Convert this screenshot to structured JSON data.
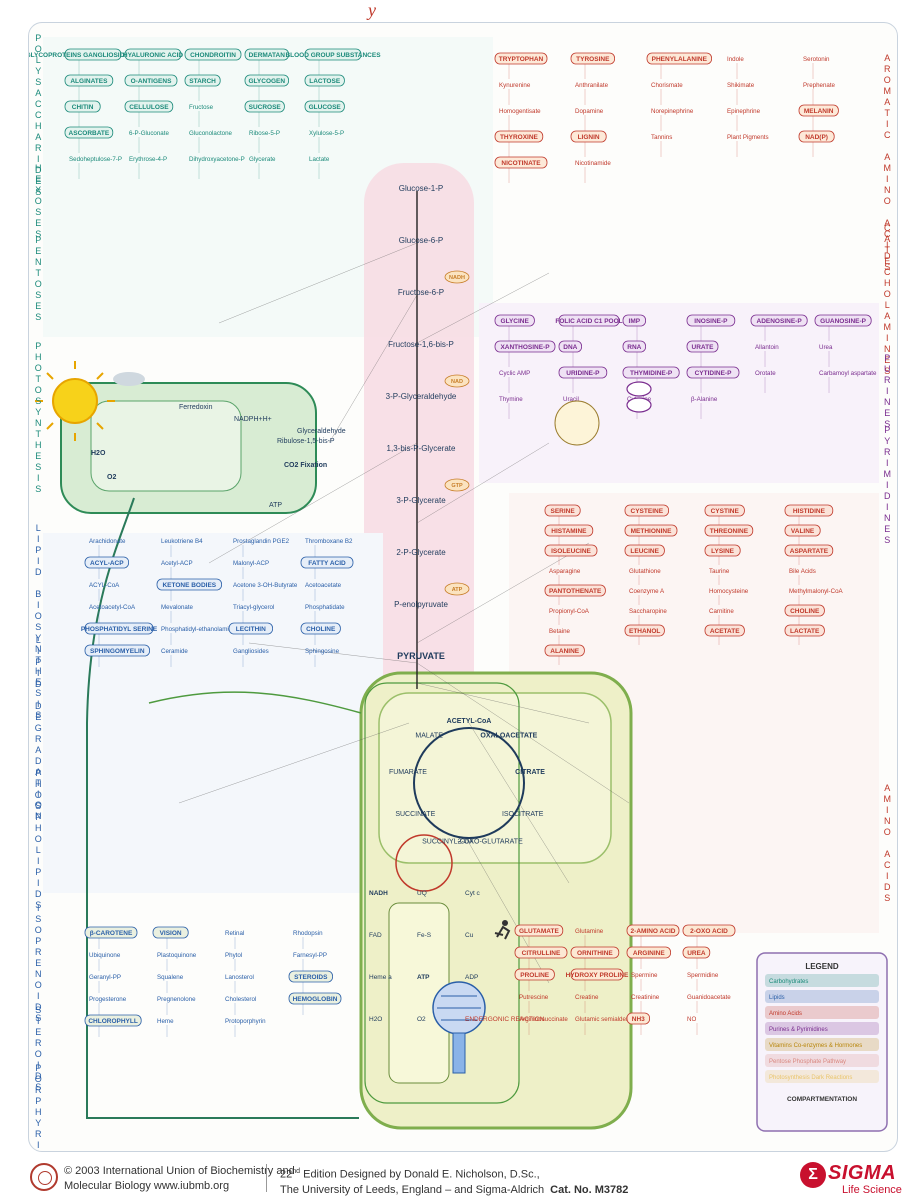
{
  "header": {
    "title_fragment": "y"
  },
  "section_labels": {
    "left": [
      {
        "text": "POLYSACCHARIDES",
        "color": "#1b8a7a"
      },
      {
        "text": "HEXOSES",
        "color": "#1b8a7a"
      },
      {
        "text": "PENTOSES",
        "color": "#1b8a7a"
      },
      {
        "text": "PHOTOSYNTHESIS",
        "color": "#1b8a7a"
      },
      {
        "text": "LIPID BIOSYNTHESIS",
        "color": "#2a5fa8"
      },
      {
        "text": "LIPID DEGRADATION",
        "color": "#2a5fa8"
      },
      {
        "text": "PHOSPHOLIPIDS",
        "color": "#2a5fa8"
      },
      {
        "text": "ISOPRENOIDS",
        "color": "#2a5fa8"
      },
      {
        "text": "STEROIDS",
        "color": "#2a5fa8"
      },
      {
        "text": "PORPHYRINS",
        "color": "#2a5fa8"
      }
    ],
    "right": [
      {
        "text": "AROMATIC AMINO ACIDS",
        "color": "#c0392b"
      },
      {
        "text": "CATECHOLAMINES",
        "color": "#c0392b"
      },
      {
        "text": "PURINES",
        "color": "#7a2d8f"
      },
      {
        "text": "PYRIMIDINES",
        "color": "#7a2d8f"
      },
      {
        "text": "AMINO ACIDS",
        "color": "#c0392b"
      }
    ]
  },
  "pathway": {
    "glycolysis": [
      "Glucose-1-P",
      "Glucose-6-P",
      "Fructose-6-P",
      "Fructose-1,6-bis-P",
      "3-P-Glyceraldehyde",
      "1,3-bis-P-Glycerate",
      "3-P-Glycerate",
      "2-P-Glycerate",
      "P-enolpyruvate",
      "PYRUVATE"
    ],
    "tca": [
      "ACETYL-CoA",
      "OXALOACETATE",
      "CITRATE",
      "ISOCITRATE",
      "2-OXO-GLUTARATE",
      "SUCCINYL-CoA",
      "SUCCINATE",
      "FUMARATE",
      "MALATE"
    ],
    "cofactors": [
      "ATP",
      "ADP",
      "NADH",
      "NADPH",
      "NAD",
      "FAD",
      "GTP",
      "ADP",
      "ATP",
      "NADH"
    ],
    "photosynthesis": [
      "H2O",
      "O2",
      "CO2 Fixation",
      "Ribulose-1,5-bis-P",
      "NADPH+H+",
      "ATP",
      "Ferredoxin",
      "Glyceraldehyde"
    ],
    "left_boxes": [
      "GLYCOPROTEINS GANGLIOSIDES MUCINS",
      "HYALURONIC ACID",
      "CHONDROITIN",
      "DERMATAN",
      "BLOOD GROUP SUBSTANCES",
      "ALGINATES",
      "O-ANTIGENS",
      "STARCH",
      "GLYCOGEN",
      "LACTOSE",
      "CHITIN",
      "CELLULOSE",
      "Fructose",
      "SUCROSE",
      "GLUCOSE",
      "ASCORBATE",
      "6-P-Gluconate",
      "Gluconolactone",
      "Ribose-5-P",
      "Xylulose-5-P",
      "Sedoheptulose-7-P",
      "Erythrose-4-P",
      "Dihydroxyacetone-P",
      "Glycerate",
      "Lactate"
    ],
    "lipid_boxes": [
      "Arachidonate",
      "Leukotriene B4",
      "Prostaglandin PGE2",
      "Thromboxane B2",
      "ACYL-ACP",
      "Acetyl-ACP",
      "Malonyl-ACP",
      "FATTY ACID",
      "ACYL-CoA",
      "KETONE BODIES",
      "Acetone 3-OH-Butyrate",
      "Acetoacetate",
      "Acetoacetyl-CoA",
      "Mevalonate",
      "Triacyl-glycerol",
      "Phosphatidate",
      "PHOSPHATIDYL SERINE",
      "Phosphatidyl-ethanolamine",
      "LECITHIN",
      "CHOLINE",
      "SPHINGOMYELIN",
      "Ceramide",
      "Gangliosides",
      "Sphingosine"
    ],
    "isoprenoid_boxes": [
      "β-CAROTENE",
      "VISION",
      "Retinal",
      "Rhodopsin",
      "Ubiquinone",
      "Plastoquinone",
      "Phytol",
      "Farnesyl-PP",
      "Geranyl-PP",
      "Squalene",
      "Lanosterol",
      "STEROIDS",
      "Progesterone",
      "Pregnenolone",
      "Cholesterol",
      "HEMOGLOBIN",
      "CHLOROPHYLL",
      "Heme",
      "Protoporphyrin"
    ],
    "right_boxes": [
      "TRYPTOPHAN",
      "TYROSINE",
      "PHENYLALANINE",
      "Indole",
      "Serotonin",
      "Kynurenine",
      "Anthranilate",
      "Chorismate",
      "Shikimate",
      "Prephenate",
      "Homogentisate",
      "Dopamine",
      "Norepinephrine",
      "Epinephrine",
      "MELANIN",
      "THYROXINE",
      "LIGNIN",
      "Tannins",
      "Plant Pigments",
      "NAD(P)",
      "NICOTINATE",
      "Nicotinamide"
    ],
    "purine_boxes": [
      "GLYCINE",
      "FOLIC ACID C1 POOL",
      "IMP",
      "INOSINE-P",
      "ADENOSINE-P",
      "GUANOSINE-P",
      "XANTHOSINE-P",
      "DNA",
      "RNA",
      "URATE",
      "Allantoin",
      "Urea",
      "Cyclic AMP",
      "URIDINE-P",
      "THYMIDINE-P",
      "CYTIDINE-P",
      "Orotate",
      "Carbamoyl aspartate",
      "Thymine",
      "Uracil",
      "Cytosine",
      "β-Alanine"
    ],
    "amino_boxes": [
      "SERINE",
      "CYSTEINE",
      "CYSTINE",
      "HISTIDINE",
      "HISTAMINE",
      "METHIONINE",
      "THREONINE",
      "VALINE",
      "ISOLEUCINE",
      "LEUCINE",
      "LYSINE",
      "ASPARTATE",
      "Asparagine",
      "Glutathione",
      "Taurine",
      "Bile Acids",
      "PANTOTHENATE",
      "Coenzyme A",
      "Homocysteine",
      "Methylmalonyl-CoA",
      "Propionyl-CoA",
      "Saccharopine",
      "Carnitine",
      "CHOLINE",
      "Betaine",
      "ETHANOL",
      "ACETATE",
      "LACTATE",
      "ALANINE"
    ],
    "nitrogen_boxes": [
      "GLUTAMATE",
      "Glutamine",
      "2-AMINO ACID",
      "2-OXO ACID",
      "CITRULLINE",
      "ORNITHINE",
      "ARGININE",
      "UREA",
      "PROLINE",
      "HYDROXY PROLINE",
      "Spermine",
      "Spermidine",
      "Putrescine",
      "Creatine",
      "Creatinine",
      "Guanidoacetate",
      "Argininosuccinate",
      "Glutamic semialdehyde",
      "NH3",
      "NO"
    ],
    "mitochondria_labels": [
      "NADH",
      "UQ",
      "Cyt c",
      "FAD",
      "Fe-S",
      "Cu",
      "Heme a",
      "ATP",
      "ADP",
      "H2O",
      "O2",
      "ENDERGONIC REACTION"
    ]
  },
  "legend": {
    "title": "LEGEND",
    "entries": [
      "Carbohydrates",
      "Lipids",
      "Amino Acids",
      "Purines & Pyrimidines",
      "Vitamins Co-enzymes & Hormones",
      "Pentose Phosphate Pathway",
      "Photosynthesis Dark Reactions"
    ],
    "entry_colors": [
      "#1b8a7a",
      "#2a5fa8",
      "#c0392b",
      "#7a2d8f",
      "#b8860b",
      "#d98880",
      "#e9c46a"
    ],
    "subtitle": "COMPARTMENTATION"
  },
  "footer": {
    "copyright": "© 2003 International Union of Biochemistry and",
    "copyright_line2": "Molecular Biology   www.iubmb.org",
    "edition_num": "22",
    "edition_sup": "nd",
    "edition_rest": " Edition Designed by Donald E. Nicholson, D.Sc.,",
    "edition_line2": "The University of Leeds, England – and Sigma-Aldrich",
    "catalog": "Cat. No. M3782",
    "brand": "SIGMA",
    "brand_sub": "Life Science"
  },
  "colors": {
    "carbohydrate": "#1b8a7a",
    "lipid": "#2a5fa8",
    "amino_acid": "#c0392b",
    "nucleotide": "#7a2d8f",
    "energy": "#c77d28",
    "mitochondria_fill": "#eef0c8",
    "chloroplast_fill": "#d8ecd3",
    "pink_band": "#f7dbe3"
  }
}
